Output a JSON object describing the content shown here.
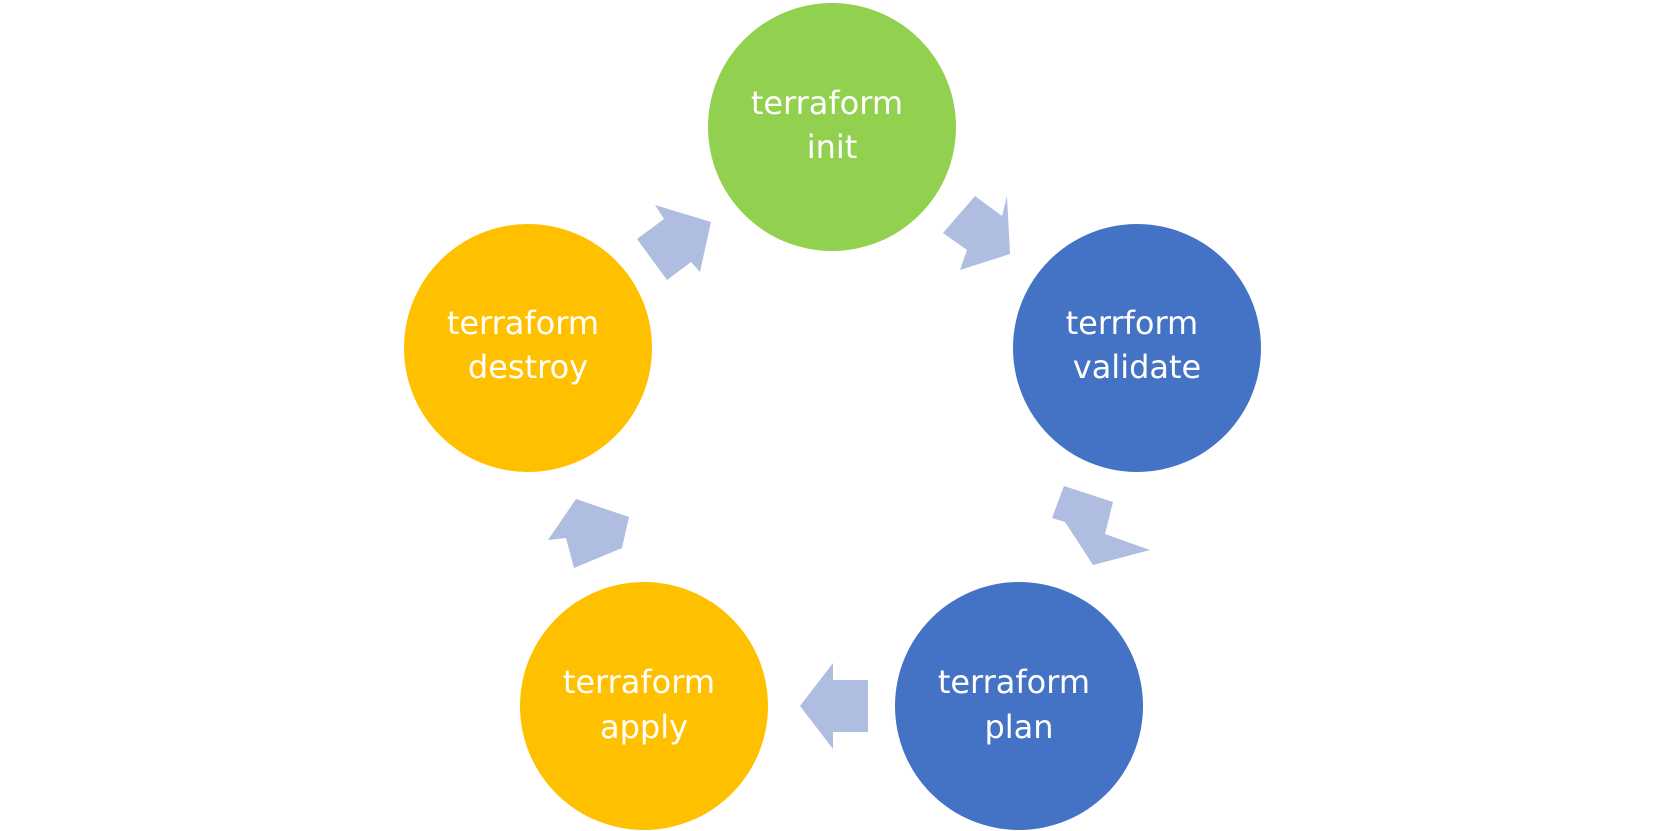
{
  "colors": {
    "init": "#92D050",
    "validate": "#4472C4",
    "plan": "#4472C4",
    "apply": "#FFC000",
    "destroy": "#FFC000",
    "arrow": "#AEBDE0",
    "text": "#FFFFFF"
  },
  "nodes": {
    "init": {
      "line1": "terraform",
      "line2": "init"
    },
    "validate": {
      "line1": "terrform",
      "line2": "validate"
    },
    "plan": {
      "line1": "terraform",
      "line2": "plan"
    },
    "apply": {
      "line1": "terraform",
      "line2": "apply"
    },
    "destroy": {
      "line1": "terraform",
      "line2": "destroy"
    }
  }
}
